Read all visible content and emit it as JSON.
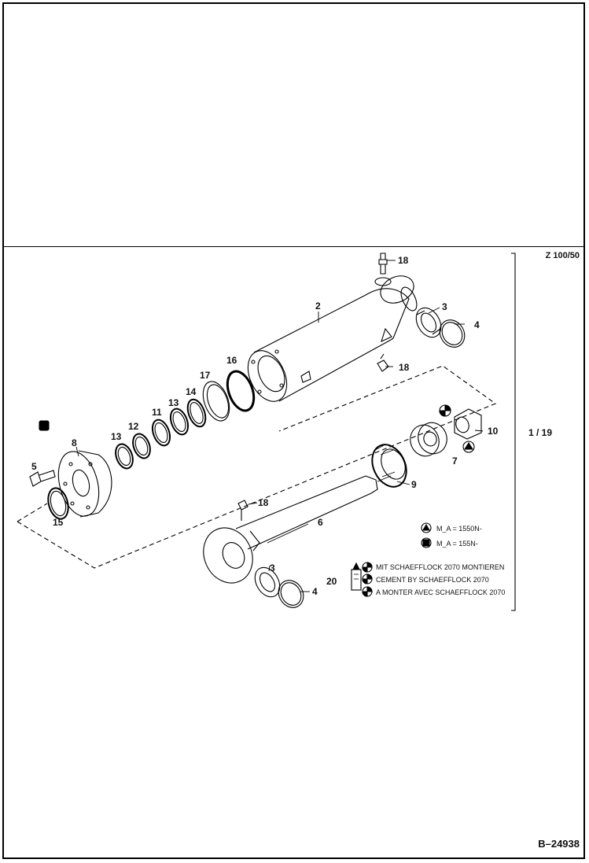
{
  "header": {
    "sheet_ref": "Z 100/50"
  },
  "side": {
    "page_ref": "1 / 19"
  },
  "footer": {
    "doc_number": "B–24938"
  },
  "parts": {
    "p2": "2",
    "p3a": "3",
    "p3b": "3",
    "p4a": "4",
    "p4b": "4",
    "p5": "5",
    "p6": "6",
    "p7": "7",
    "p8": "8",
    "p9": "9",
    "p10": "10",
    "p11": "11",
    "p12": "12",
    "p13a": "13",
    "p13b": "13",
    "p14": "14",
    "p15": "15",
    "p16": "16",
    "p17": "17",
    "p18a": "18",
    "p18b": "18",
    "p18c": "18",
    "p20": "20"
  },
  "torque": {
    "line1": "M_A = 1550N-",
    "line2": "M_A = 155N-"
  },
  "legend": {
    "de": "MIT SCHAEFFLOCK 2070 MONTIEREN",
    "en": "CEMENT BY SCHAEFFLOCK 2070",
    "fr": "A MONTER AVEC SCHAEFFLOCK 2070"
  }
}
